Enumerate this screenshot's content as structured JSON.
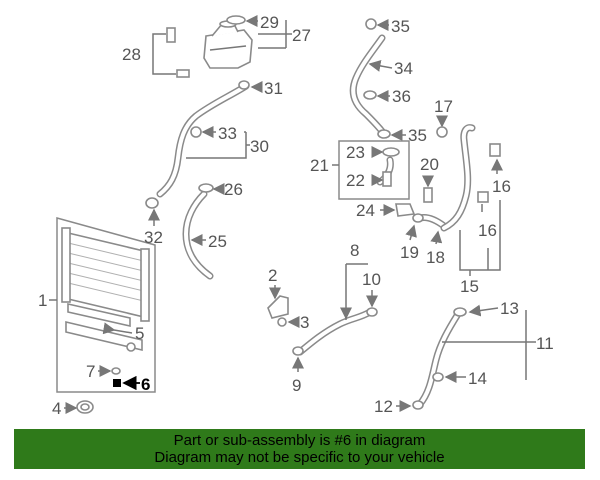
{
  "callouts": {
    "c1": "1",
    "c2": "2",
    "c3": "3",
    "c4": "4",
    "c5": "5",
    "c6": "6",
    "c7": "7",
    "c8": "8",
    "c9": "9",
    "c10": "10",
    "c11": "11",
    "c12": "12",
    "c13": "13",
    "c14": "14",
    "c15": "15",
    "c16a": "16",
    "c16b": "16",
    "c17": "17",
    "c18": "18",
    "c19": "19",
    "c20": "20",
    "c21": "21",
    "c22": "22",
    "c23": "23",
    "c24": "24",
    "c25": "25",
    "c26": "26",
    "c27": "27",
    "c28": "28",
    "c29": "29",
    "c30": "30",
    "c31": "31",
    "c32": "32",
    "c33": "33",
    "c34": "34",
    "c35a": "35",
    "c35b": "35",
    "c36": "36"
  },
  "highlighted_part": "6",
  "footer": {
    "line1": "Part or sub-assembly is #6 in diagram",
    "line2": "Diagram may not be specific to your vehicle"
  },
  "colors": {
    "footer_bg": "#2f7a1a",
    "line_art": "#8a8a8a",
    "highlight": "#000000"
  }
}
